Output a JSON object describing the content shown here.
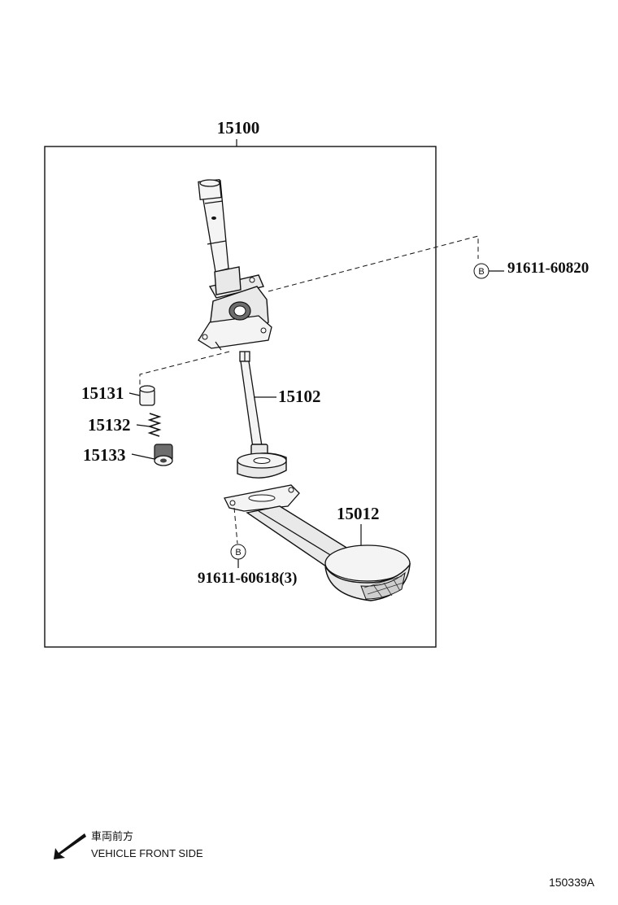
{
  "diagram": {
    "assembly_label": "15100",
    "parts": [
      {
        "id": "part-15131",
        "label": "15131"
      },
      {
        "id": "part-15132",
        "label": "15132"
      },
      {
        "id": "part-15133",
        "label": "15133"
      },
      {
        "id": "part-15102",
        "label": "15102"
      },
      {
        "id": "part-15012",
        "label": "15012"
      }
    ],
    "bolts": [
      {
        "ref": "B",
        "label": "91611-60820"
      },
      {
        "ref": "B",
        "label": "91611-60618(3)"
      }
    ],
    "orientation": {
      "japanese": "車両前方",
      "english": "VEHICLE FRONT SIDE"
    },
    "figure_code": "150339A"
  }
}
